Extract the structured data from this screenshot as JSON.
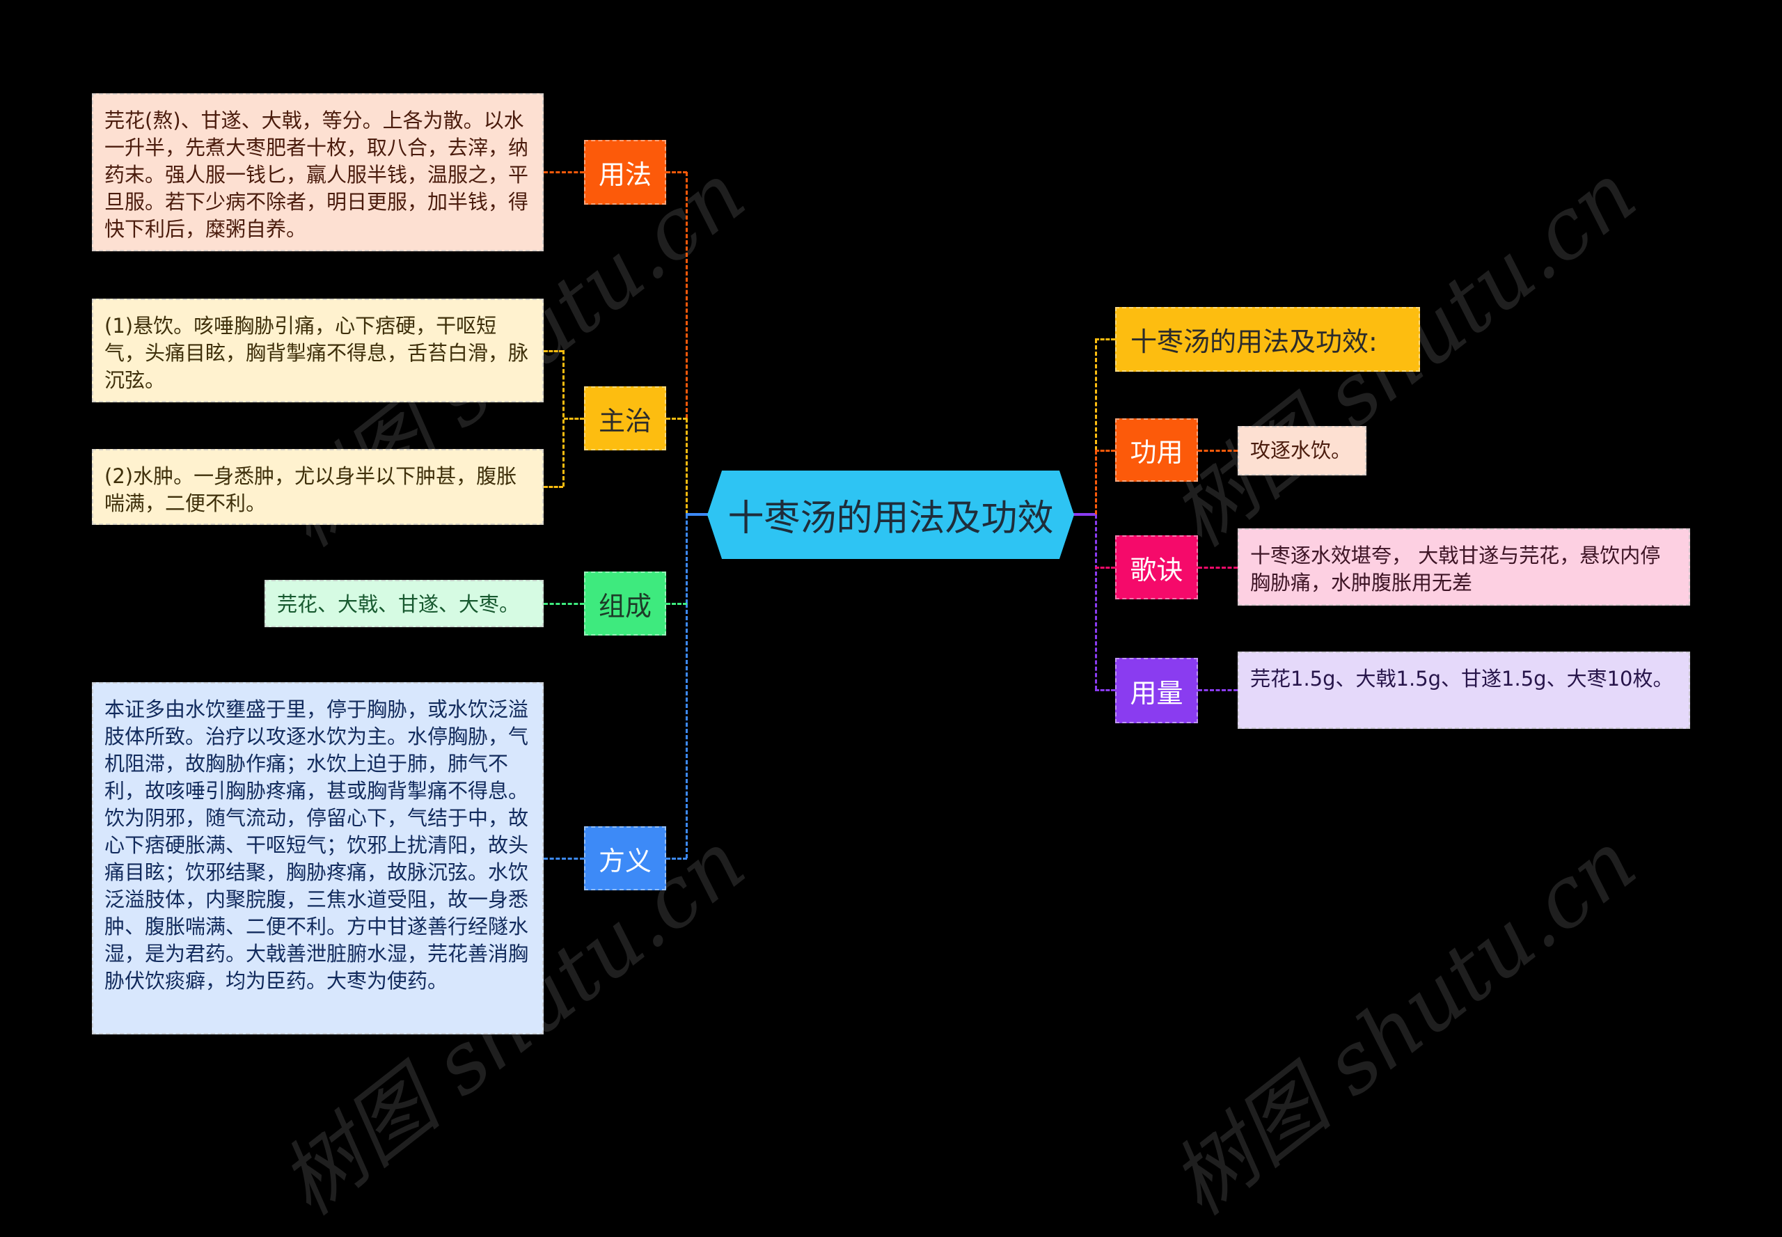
{
  "center": {
    "title": "十枣汤的用法及功效",
    "color": "#2ec4f3"
  },
  "left_branches": [
    {
      "label": "用法",
      "color": "#fc5a0a",
      "label_color": "#ffffff",
      "leaf_bg": "#fde0d2",
      "leaf_text_color": "#4a1b0c",
      "leaves": [
        "芫花(熬)、甘遂、大戟，等分。上各为散。以水一升半，先煮大枣肥者十枚，取八合，去滓，纳药末。强人服一钱匕，羸人服半钱，温服之，平旦服。若下少病不除者，明日更服，加半钱，得快下利后，糜粥自养。"
      ]
    },
    {
      "label": "主治",
      "color": "#fdbd10",
      "label_color": "#2b2b2b",
      "leaf_bg": "#fff2cf",
      "leaf_text_color": "#3e2f0a",
      "leaves": [
        "(1)悬饮。咳唾胸胁引痛，心下痞硬，干呕短气，头痛目眩，胸背掣痛不得息，舌苔白滑，脉沉弦。",
        "(2)水肿。一身悉肿，尤以身半以下肿甚，腹胀喘满，二便不利。"
      ]
    },
    {
      "label": "组成",
      "color": "#3eea7e",
      "label_color": "#1d3b28",
      "leaf_bg": "#d6fbe3",
      "leaf_text_color": "#17592f",
      "leaves": [
        "芫花、大戟、甘遂、大枣。"
      ]
    },
    {
      "label": "方义",
      "color": "#3d8af7",
      "label_color": "#ffffff",
      "leaf_bg": "#d8e7fd",
      "leaf_text_color": "#112a5c",
      "leaves": [
        "本证多由水饮壅盛于里，停于胸胁，或水饮泛溢肢体所致。治疗以攻逐水饮为主。水停胸胁，气机阻滞，故胸胁作痛；水饮上迫于肺，肺气不利，故咳唾引胸胁疼痛，甚或胸背掣痛不得息。饮为阴邪，随气流动，停留心下，气结于中，故心下痞硬胀满、干呕短气；饮邪上扰清阳，故头痛目眩；饮邪结聚，胸胁疼痛，故脉沉弦。水饮泛溢肢体，内聚脘腹，三焦水道受阻，故一身悉肿、腹胀喘满、二便不利。方中甘遂善行经隧水湿，是为君药。大戟善泄脏腑水湿，芫花善消胸胁伏饮痰癖，均为臣药。大枣为使药。"
      ]
    }
  ],
  "right_branches": [
    {
      "label": "十枣汤的用法及功效:",
      "color": "#fdbd10",
      "label_color": "#2b2b2b",
      "leaves": []
    },
    {
      "label": "功用",
      "color": "#fc5a0a",
      "label_color": "#ffffff",
      "leaf_bg": "#fde0d2",
      "leaf_text_color": "#4a1b0c",
      "leaves": [
        "攻逐水饮。"
      ]
    },
    {
      "label": "歌诀",
      "color": "#f50a6a",
      "label_color": "#ffffff",
      "leaf_bg": "#fdd0e2",
      "leaf_text_color": "#3d1425",
      "leaves": [
        "十枣逐水效堪夸， 大戟甘遂与芫花，悬饮内停胸胁痛，水肿腹胀用无差"
      ]
    },
    {
      "label": "用量",
      "color": "#8a3cf0",
      "label_color": "#ffffff",
      "leaf_bg": "#e5d9fa",
      "leaf_text_color": "#27154a",
      "leaves": [
        "芫花1.5g、大戟1.5g、甘遂1.5g、大枣10枚。"
      ]
    }
  ],
  "watermark": "树图 shutu.cn"
}
